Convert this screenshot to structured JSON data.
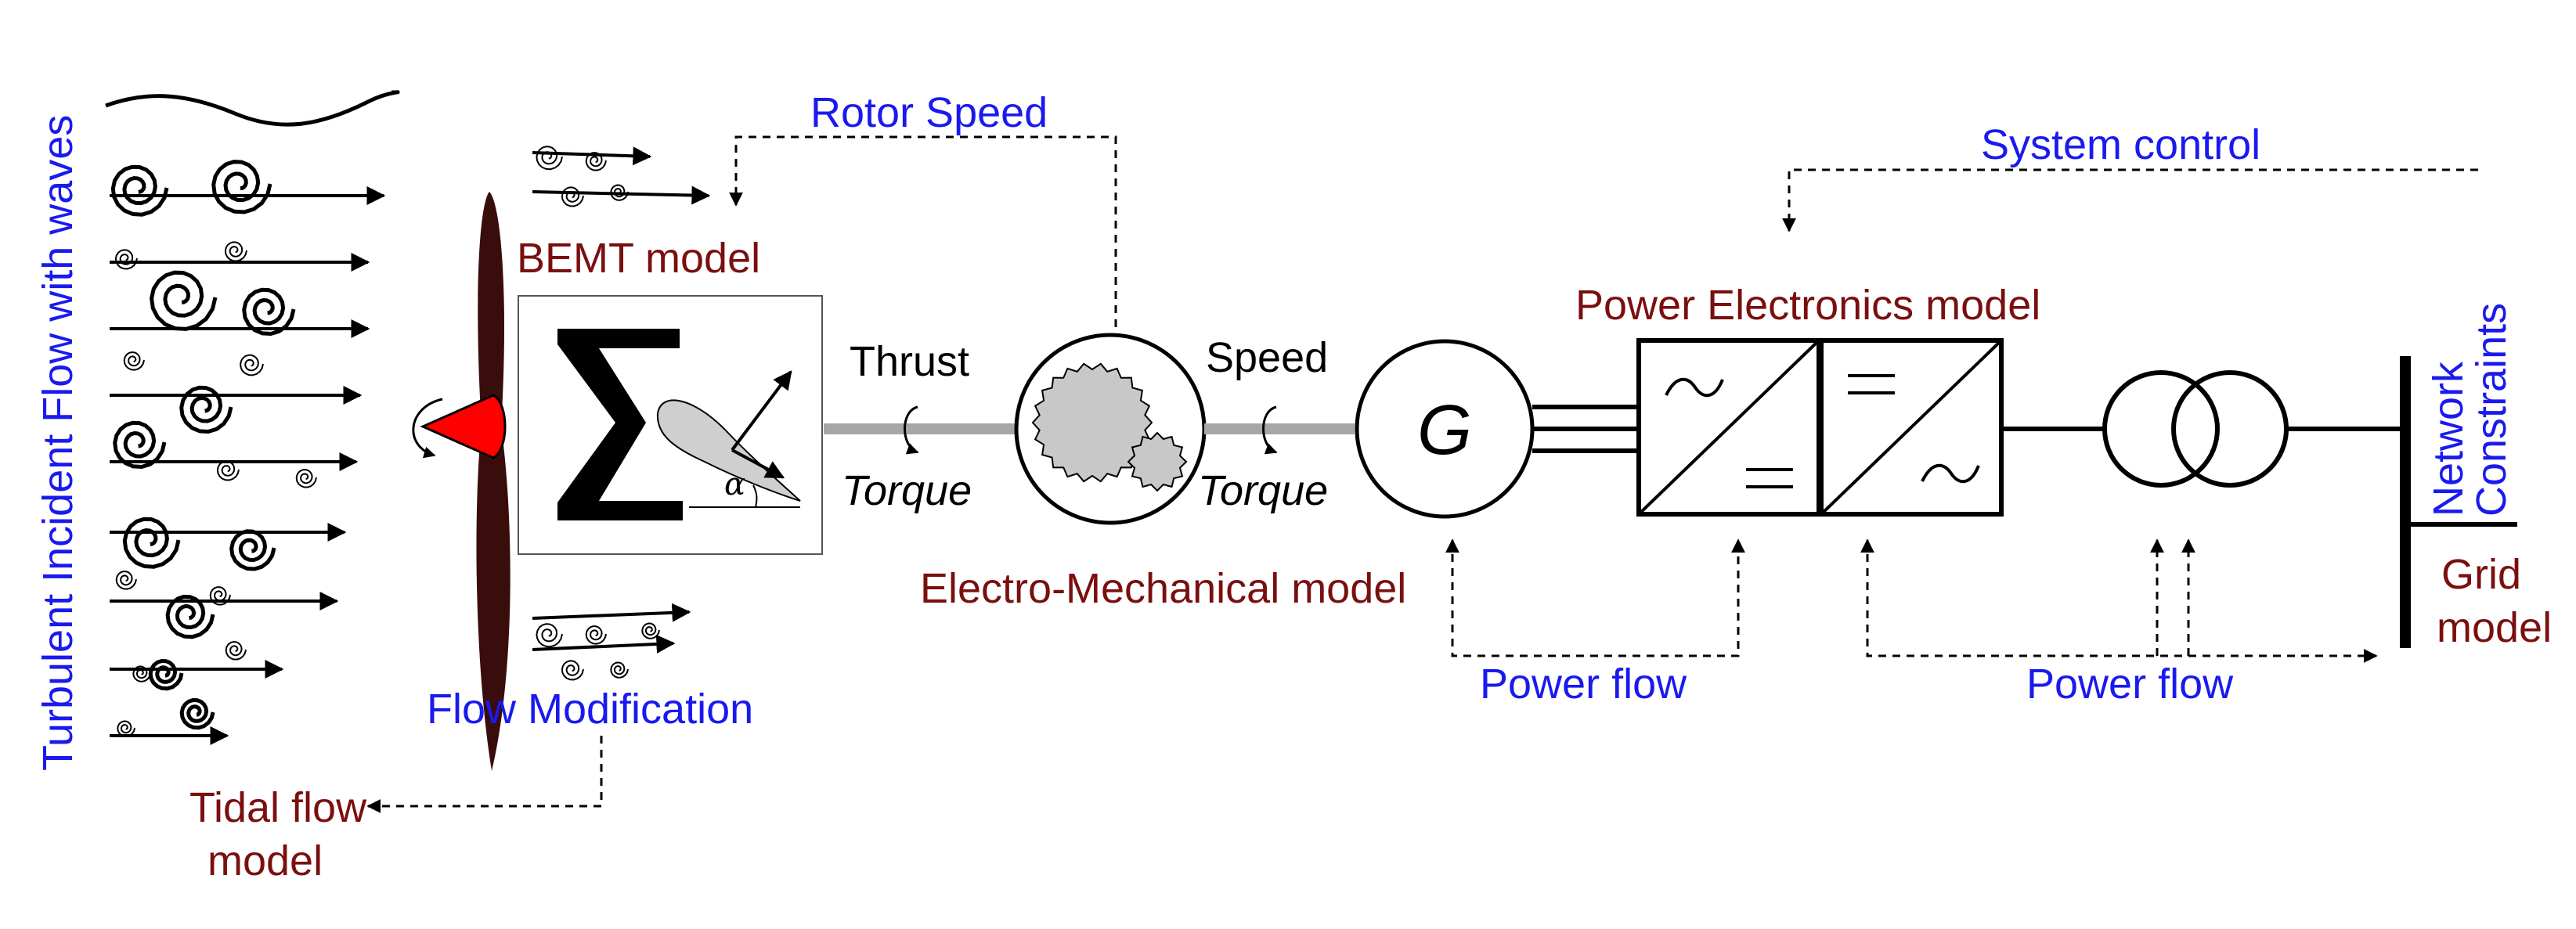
{
  "labels": {
    "incident_flow": "Turbulent Incident Flow with waves",
    "rotor_speed": "Rotor Speed",
    "bemt_model": "BEMT model",
    "flow_modification": "Flow Modification",
    "tidal_flow_model_1": "Tidal flow",
    "tidal_flow_model_2": "model",
    "thrust_1": "Thrust",
    "torque_1": "Torque",
    "speed": "Speed",
    "torque_2": "Torque",
    "generator": "G",
    "alpha": "α",
    "electro_mechanical_model": "Electro-Mechanical model",
    "power_electronics_model": "Power Electronics model",
    "system_control": "System control",
    "power_flow_1": "Power flow",
    "power_flow_2": "Power flow",
    "network_constraints_1": "Network",
    "network_constraints_2": "Constraints",
    "grid_model_1": "Grid",
    "grid_model_2": "model"
  },
  "colors": {
    "control_text": "#1a1aee",
    "model_text": "#7a0f0f",
    "hub": "#ff0000",
    "blade": "#3a0d0d",
    "shaft": "#a6a6a6",
    "gear_fill": "#c8c8c8"
  },
  "icons": [
    "sigma-icon",
    "airfoil-icon",
    "gearbox-icon",
    "generator-icon",
    "dc-ac-converter-icon",
    "transformer-icon",
    "busbar-icon"
  ]
}
